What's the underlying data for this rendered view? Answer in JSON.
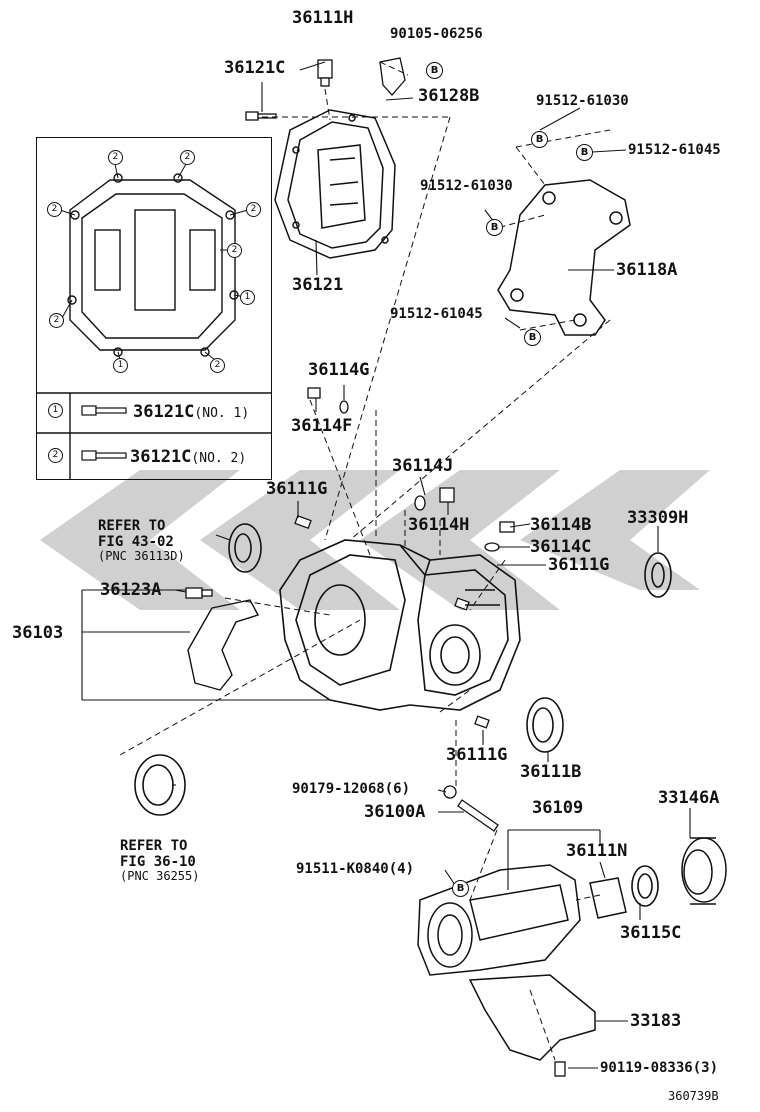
{
  "watermark": {
    "color": "#c8c8c8"
  },
  "inset": {
    "legend": [
      {
        "num": "1",
        "part": "36121C",
        "suffix": "(NO. 1)"
      },
      {
        "num": "2",
        "part": "36121C",
        "suffix": "(NO. 2)"
      }
    ],
    "callout_1": "1",
    "callout_2": "2"
  },
  "labels": {
    "p36111H_top": "36111H",
    "p90105": "90105-06256",
    "p36121C": "36121C",
    "p36128B": "36128B",
    "p91512_61030_top": "91512-61030",
    "p91512_61045_top": "91512-61045",
    "p91512_61030_mid": "91512-61030",
    "p36121": "36121",
    "p36118A": "36118A",
    "p91512_61045_bot": "91512-61045",
    "p36114G": "36114G",
    "p36114F": "36114F",
    "p36114J": "36114J",
    "p36111G_a": "36111G",
    "p36114H": "36114H",
    "p36114B": "36114B",
    "p33309H": "33309H",
    "p36114C": "36114C",
    "p36111G_b": "36111G",
    "p36123A": "36123A",
    "p36103": "36103",
    "p36111G_c": "36111G",
    "p36111B": "36111B",
    "p90179": "90179-12068(6)",
    "p36100A": "36100A",
    "p36109": "36109",
    "p33146A": "33146A",
    "p36111N": "36111N",
    "p91511": "91511-K0840(4)",
    "p36115C": "36115C",
    "p33183": "33183",
    "p90119": "90119-08336(3)",
    "diagram_id": "360739B"
  },
  "notes": {
    "refer1_line1": "REFER TO",
    "refer1_line2": "FIG 43-02",
    "refer1_line3": "(PNC 36113D)",
    "refer2_line1": "REFER TO",
    "refer2_line2": "FIG 36-10",
    "refer2_line3": "(PNC 36255)"
  },
  "bolt_marker": "B"
}
